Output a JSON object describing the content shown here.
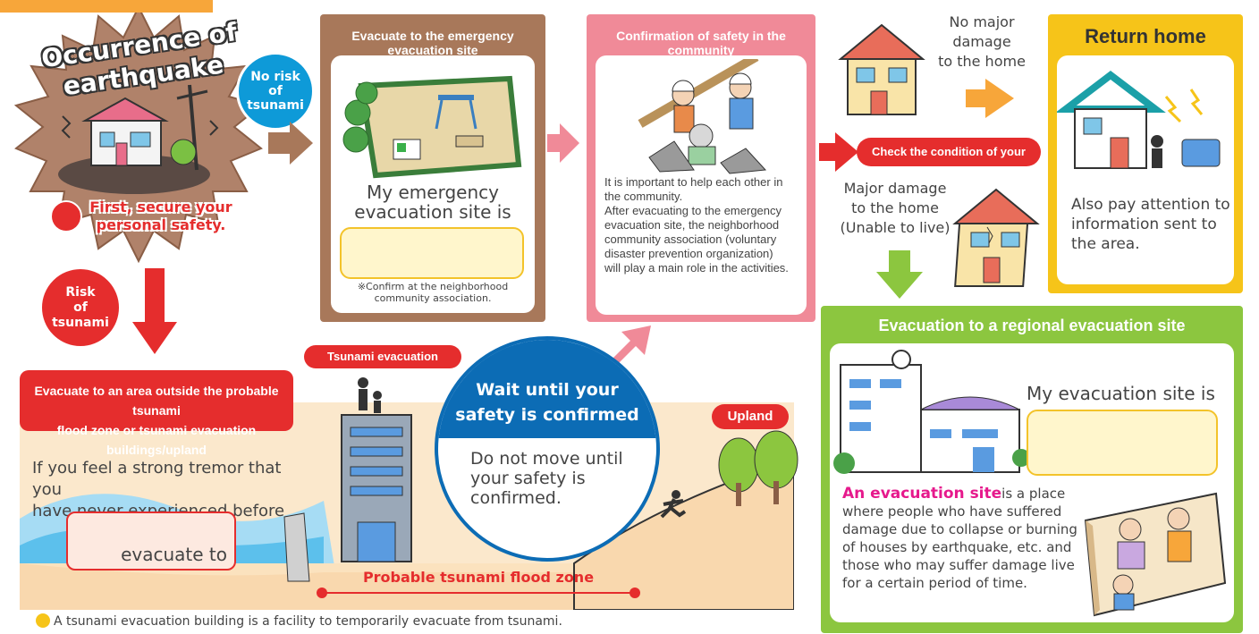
{
  "earthquake": {
    "title_line1": "Occurrence of",
    "title_line2": "earthquake",
    "secure_line1": "First, secure your",
    "secure_line2": "personal safety."
  },
  "no_risk": {
    "line1": "No risk",
    "line2": "of",
    "line3": "tsunami"
  },
  "risk": {
    "line1": "Risk",
    "line2": "of",
    "line3": "tsunami"
  },
  "emergency_site": {
    "header": "Evacuate to the emergency evacuation site",
    "text_line1": "My emergency",
    "text_line2": "evacuation site is",
    "note_line1": "※Confirm at the neighborhood",
    "note_line2": "community association."
  },
  "community": {
    "header": "Confirmation of safety in the community",
    "lines": [
      "It is important to help each other in",
      "the community.",
      "After evacuating to the emergency",
      "evacuation site, the neighborhood",
      "community association (voluntary",
      "disaster prevention organization)",
      "will play a main role in the activities."
    ]
  },
  "home": {
    "no_damage_line1": "No major damage",
    "no_damage_line2": "to the home",
    "check_label": "Check the condition of your home",
    "major_line1": "Major damage",
    "major_line2": "to the home",
    "major_line3": "(Unable to live)"
  },
  "return_home": {
    "header": "Return home",
    "line1": "Also pay attention to",
    "line2": "information sent to",
    "line3": "the area."
  },
  "regional": {
    "header": "Evacuation to a regional evacuation site",
    "site_label": "My evacuation site is",
    "def_term": "An evacuation site",
    "def_rest": "is a place",
    "def_lines": [
      "where people who have suffered",
      "damage due to collapse or burning",
      "of houses by earthquake, etc. and",
      "those who may suffer damage live",
      "for a certain period of time."
    ]
  },
  "tsunami": {
    "evac_line1": "Evacuate to an area outside the probable tsunami",
    "evac_line2": "flood zone or tsunami evacuation buildings/upland",
    "tremor_line1": "If you feel a strong tremor that you",
    "tremor_line2": "have never experienced before",
    "evacuate_to": "evacuate to",
    "building_label": "Tsunami evacuation building",
    "wait_line1": "Wait until your",
    "wait_line2": "safety is confirmed",
    "donot_line1": "Do not move until",
    "donot_line2": "your safety is",
    "donot_line3": "confirmed.",
    "upland": "Upland",
    "flood_zone": "Probable tsunami flood zone",
    "footnote": "A tsunami evacuation building is a facility to temporarily evacuate from tsunami."
  },
  "colors": {
    "brown": "#a8785a",
    "pink": "#f08a98",
    "red": "#e52d2d",
    "green": "#8cc63f",
    "yellow": "#f6c419",
    "blue": "#0c6cb5",
    "orange": "#f7a63a"
  }
}
